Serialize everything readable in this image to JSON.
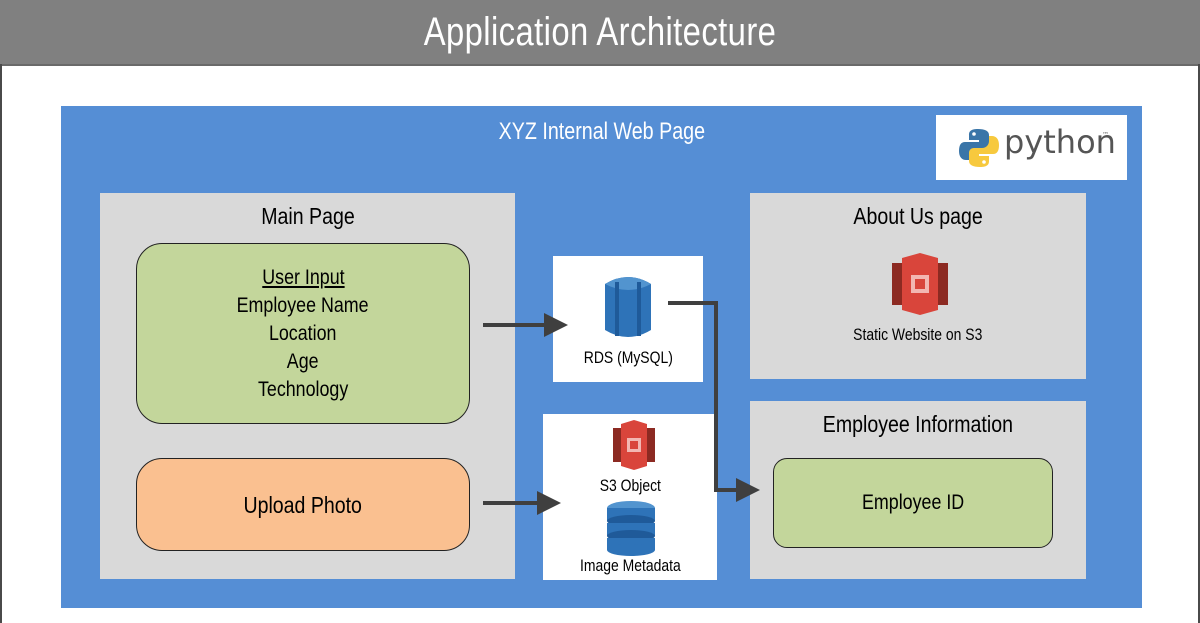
{
  "header": {
    "title": "Application Architecture"
  },
  "container": {
    "title": "XYZ Internal  Web Page"
  },
  "logo": {
    "text": "python",
    "tm": "™"
  },
  "main_page": {
    "title": "Main Page",
    "user_input": {
      "heading": "User Input",
      "fields": [
        "Employee Name",
        "Location",
        "Age",
        "Technology"
      ]
    },
    "upload": {
      "label": "Upload Photo"
    }
  },
  "rds": {
    "label": "RDS (MySQL)"
  },
  "storage": {
    "s3_label": "S3 Object",
    "meta_label": "Image Metadata"
  },
  "about_page": {
    "title": "About  Us page",
    "caption": "Static Website  on S3"
  },
  "employee_info": {
    "title": "Employee  Information",
    "id_label": "Employee ID"
  },
  "colors": {
    "header_bg": "#808080",
    "container_bg": "#558ed5",
    "panel_bg": "#d9d9d9",
    "green": "#c3d69b",
    "orange": "#fac090",
    "aws_red": "#d9453b",
    "aws_blue": "#2e73b8",
    "python_blue": "#3a75a8",
    "python_yellow": "#f7c93e"
  }
}
